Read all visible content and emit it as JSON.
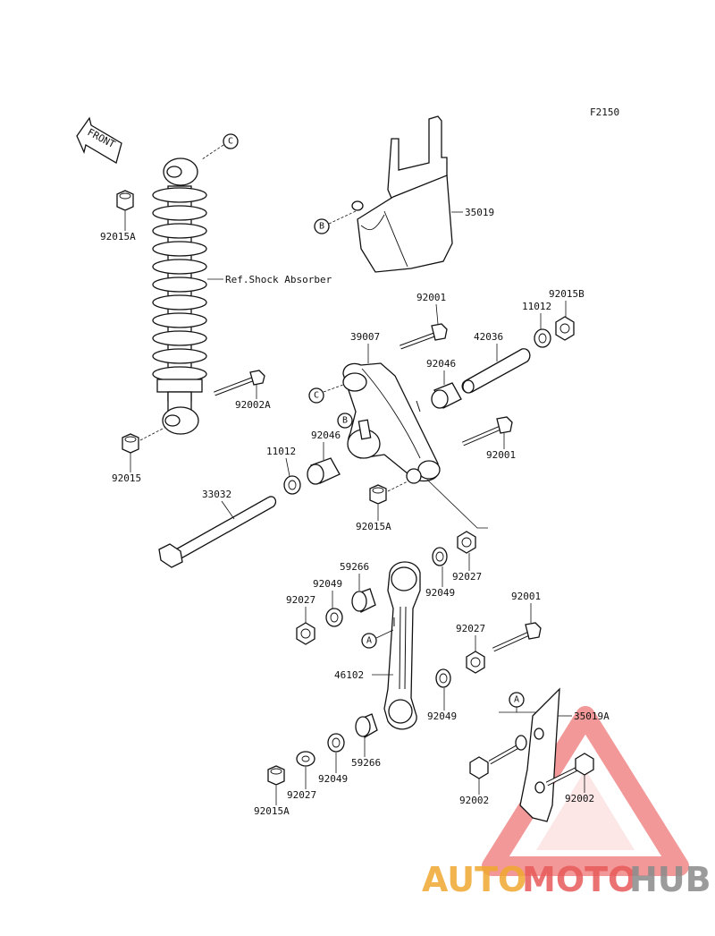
{
  "diagram": {
    "figure_code": "F2150",
    "front_label": "FRONT",
    "ref_shock_label": "Ref.Shock Absorber",
    "callouts": {
      "a": "A",
      "b": "B",
      "c": "C"
    },
    "part_numbers": [
      "92015A",
      "92002A",
      "92015",
      "35019",
      "92001",
      "39007",
      "42036",
      "11012",
      "92015B",
      "92046",
      "92046",
      "11012",
      "92001",
      "33032",
      "92015A",
      "59266",
      "92049",
      "92027",
      "92049",
      "92027",
      "92001",
      "92027",
      "46102",
      "92049",
      "35019A",
      "59266",
      "92049",
      "92027",
      "92015A",
      "92002",
      "92002"
    ]
  },
  "watermark": {
    "text_a": "AUTO",
    "text_b": "MOTO",
    "text_c": "HUB",
    "color_a": "#f0a830",
    "color_b": "#e85a5a",
    "color_c": "#8a8a8a",
    "triangle_color": "#e84545"
  }
}
